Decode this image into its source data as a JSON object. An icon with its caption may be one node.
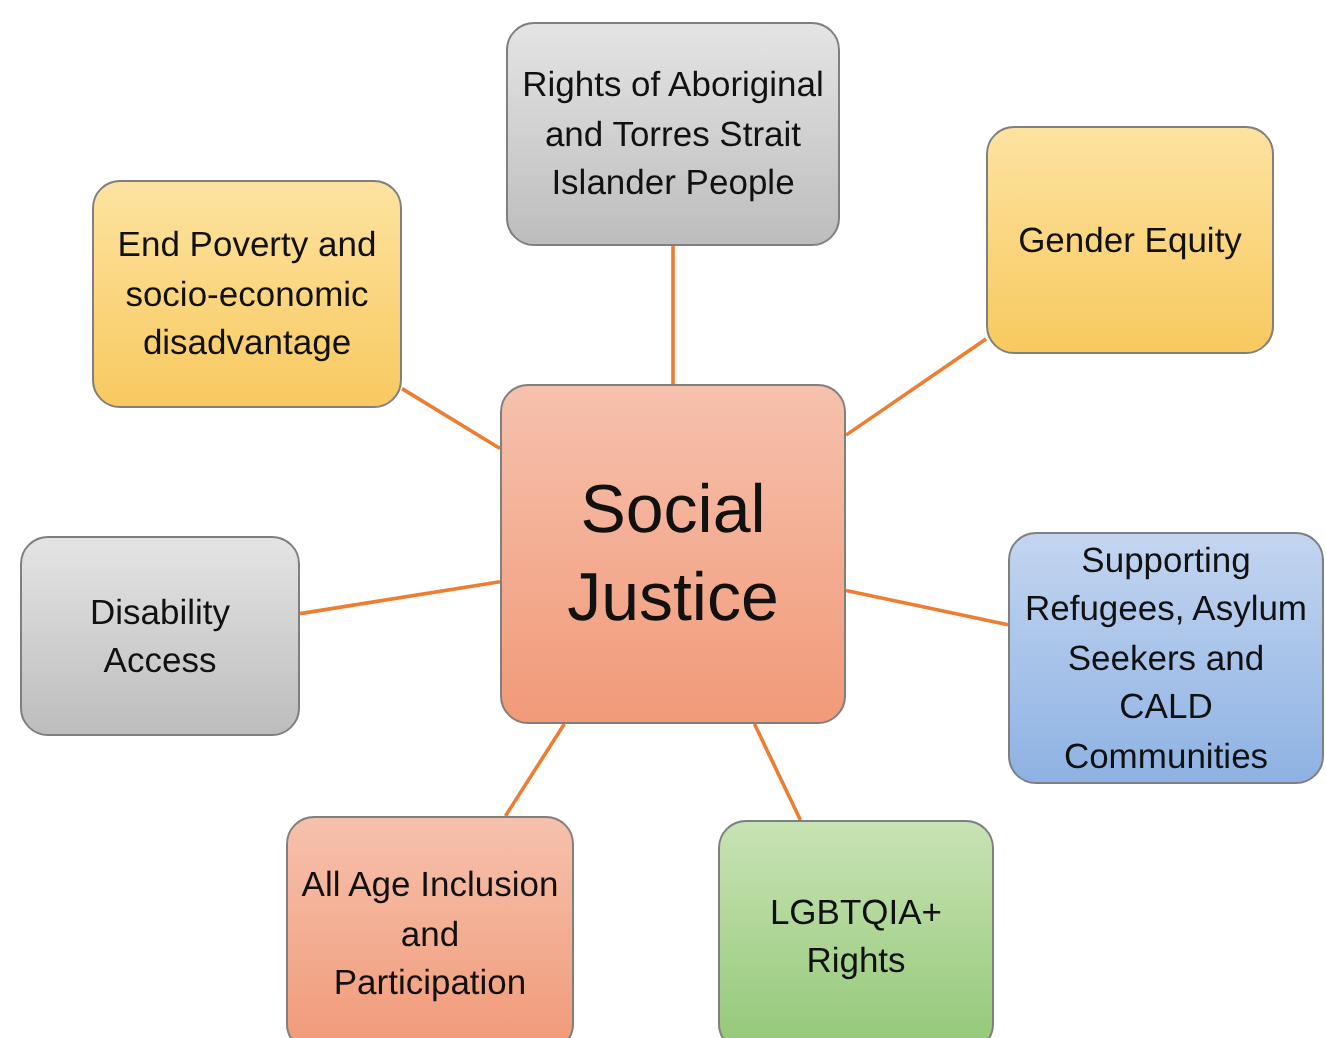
{
  "diagram": {
    "nodes": [
      {
        "text": [
          "Rights of Aboriginal and Torres Strait Islander People"
        ]
      },
      {
        "text": [
          "End Poverty and socio-economic disadvantage"
        ]
      },
      {
        "text": [
          "Gender Equity"
        ]
      },
      {
        "text": [
          "Social Justice"
        ]
      },
      {
        "text": [
          "Disability Access"
        ]
      },
      {
        "text": [
          "Supporting Refugees, Asylum Seekers and CALD Communities"
        ]
      },
      {
        "text": [
          "All Age Inclusion and Participation"
        ]
      },
      {
        "text": [
          "LGBTQIA+ Rights"
        ]
      }
    ],
    "edges": [
      {
        "from": 3,
        "to": 0,
        "arrow": "none"
      },
      {
        "from": 3,
        "to": 1,
        "arrow": "none"
      },
      {
        "from": 3,
        "to": 2,
        "arrow": "none"
      },
      {
        "from": 3,
        "to": 4,
        "arrow": "none"
      },
      {
        "from": 3,
        "to": 5,
        "arrow": "none"
      },
      {
        "from": 3,
        "to": 6,
        "arrow": "none"
      },
      {
        "from": 3,
        "to": 7,
        "arrow": "none"
      }
    ]
  }
}
